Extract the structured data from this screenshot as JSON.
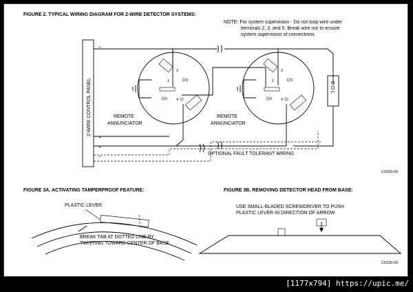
{
  "figure2": {
    "title": "FIGURE 2. TYPICAL WIRING DIAGRAM FOR 2-WIRE DETECTOR SYSTEMS:",
    "note_line1": "NOTE: For system supervision - Do not loop wire under",
    "note_line2": "terminals 2, 3, and 5. Break wire run to ensure",
    "note_line3": "system supervision of connections.",
    "panel_label": "2-WIRE CONTROL PANEL",
    "eol_label": "E O L",
    "remote_annunciator_line1": "REMOTE",
    "remote_annunciator_line2": "ANNUNCIATOR",
    "optional_wiring_label": "OPTIONAL FAULT TOLERANT WIRING",
    "code": "C0593-00",
    "minus_sign": "–",
    "plus_sign": "+",
    "terminals": [
      "1",
      "2",
      "3",
      "4",
      "5"
    ]
  },
  "figure3a": {
    "title": "FIGURE 3A. ACTIVATING TAMPERPROOF FEATURE:",
    "plastic_lever": "PLASTIC LEVER",
    "break_tab_line1": "BREAK TAB AT DOTTED LINE BY",
    "break_tab_line2": "TWISTING TOWARD CENTER OF BASE"
  },
  "figure3b": {
    "title": "FIGURE 3B. REMOVING DETECTOR HEAD FROM BASE:",
    "instruction_line1": "USE SMALL-BLADED SCREWDRIVER TO PUSH",
    "instruction_line2": "PLASTIC LEVER IN DIRECTION OF ARROW",
    "code": "C0130-00"
  },
  "watermark": "[1177x794] https://upic.me/"
}
